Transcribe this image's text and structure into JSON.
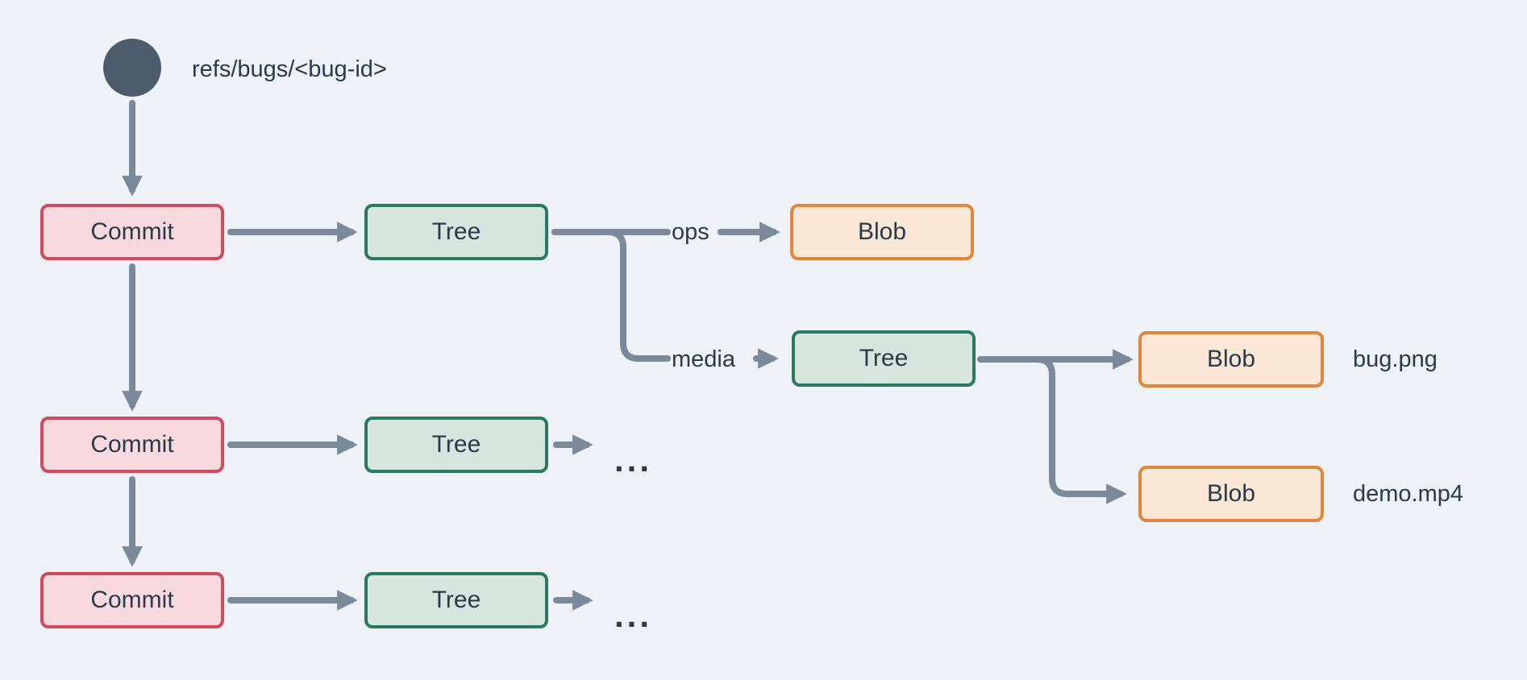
{
  "diagram": {
    "ref_label": "refs/bugs/<bug-id>",
    "nodes": {
      "commit1": "Commit",
      "commit2": "Commit",
      "commit3": "Commit",
      "tree1": "Tree",
      "tree2": "Tree",
      "tree3": "Tree",
      "tree_media": "Tree",
      "blob_ops": "Blob",
      "blob_bug": "Blob",
      "blob_demo": "Blob"
    },
    "edge_labels": {
      "ops": "ops",
      "media": "media"
    },
    "file_labels": {
      "bug_png": "bug.png",
      "demo_mp4": "demo.mp4"
    },
    "ellipsis_row2": "...",
    "ellipsis_row3": "...",
    "colors": {
      "background": "#eef2f6",
      "ref_circle": "#4c5c6c",
      "text": "#2b3a4a",
      "arrow": "#7a8a9a",
      "commit_border": "#d14b5f",
      "commit_fill": "#f8d9de",
      "tree_border": "#2a7a61",
      "tree_fill": "#d7e5df",
      "blob_border": "#e2863c",
      "blob_fill": "#fbe7d6"
    }
  }
}
